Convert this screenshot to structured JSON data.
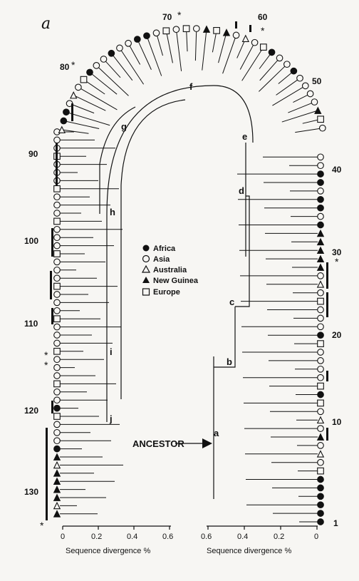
{
  "panel_label": "a",
  "leaf_numbers": [
    "1",
    "10",
    "20",
    "30",
    "40",
    "50",
    "60",
    "70",
    "80",
    "90",
    "100",
    "110",
    "120",
    "130"
  ],
  "node_labels": [
    "a",
    "b",
    "c",
    "d",
    "e",
    "f",
    "g",
    "h",
    "i",
    "j"
  ],
  "ancestor_label": "ANCESTOR",
  "legend": [
    {
      "label": "Africa",
      "symbol": "filled-circle"
    },
    {
      "label": "Asia",
      "symbol": "open-circle"
    },
    {
      "label": "Australia",
      "symbol": "open-triangle"
    },
    {
      "label": "New Guinea",
      "symbol": "filled-triangle"
    },
    {
      "label": "Europe",
      "symbol": "open-square"
    }
  ],
  "axes": {
    "left": {
      "ticks": [
        "0",
        "0.2",
        "0.4",
        "0.6"
      ],
      "label": "Sequence divergence %"
    },
    "right": {
      "ticks": [
        "0.6",
        "0.4",
        "0.2",
        "0"
      ],
      "label": "Sequence divergence %"
    }
  },
  "star": "*"
}
